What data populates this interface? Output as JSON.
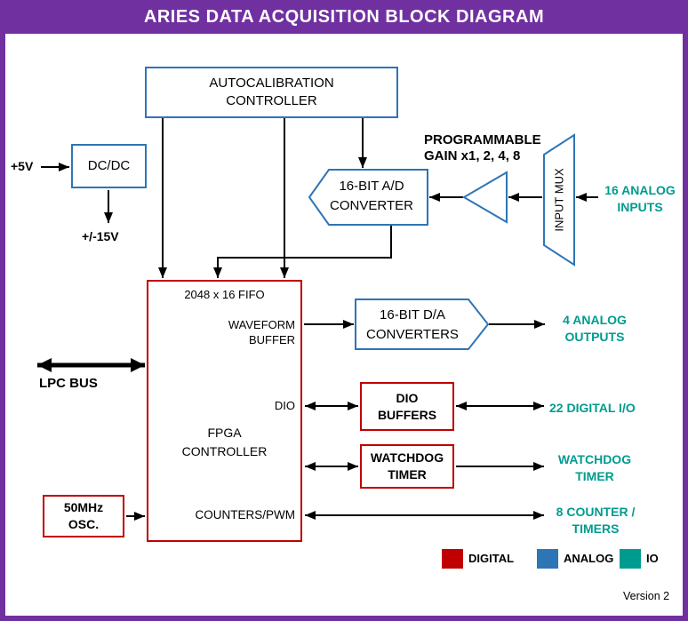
{
  "title": "ARIES DATA ACQUISITION BLOCK DIAGRAM",
  "colors": {
    "frame_purple": "#7030A0",
    "analog_blue": "#2E75B6",
    "digital_red": "#C00000",
    "io_teal": "#009B8F",
    "wire_black": "#000000"
  },
  "blocks": {
    "autocal": {
      "line1": "AUTOCALIBRATION",
      "line2": "CONTROLLER"
    },
    "dcdc": {
      "label": "DC/DC"
    },
    "adc": {
      "line1": "16-BIT A/D",
      "line2": "CONVERTER"
    },
    "gain": {
      "line1": "PROGRAMMABLE",
      "line2": "GAIN x1, 2, 4, 8"
    },
    "input_mux": {
      "label": "INPUT MUX"
    },
    "dac": {
      "line1": "16-BIT D/A",
      "line2": "CONVERTERS"
    },
    "dio_buffers": {
      "line1": "DIO",
      "line2": "BUFFERS"
    },
    "watchdog": {
      "line1": "WATCHDOG",
      "line2": "TIMER"
    },
    "osc": {
      "line1": "50MHz",
      "line2": "OSC."
    },
    "fpga": {
      "fifo": "2048 x 16 FIFO",
      "waveform_line1": "WAVEFORM",
      "waveform_line2": "BUFFER",
      "dio": "DIO",
      "name_line1": "FPGA",
      "name_line2": "CONTROLLER",
      "counters": "COUNTERS/PWM"
    }
  },
  "labels": {
    "plus_5v": "+5V",
    "plus_minus_15v": "+/-15V",
    "lpc_bus": "LPC BUS",
    "analog_inputs_line1": "16 ANALOG",
    "analog_inputs_line2": "INPUTS",
    "analog_outputs_line1": "4 ANALOG",
    "analog_outputs_line2": "OUTPUTS",
    "digital_io": "22 DIGITAL I/O",
    "watchdog_out_line1": "WATCHDOG",
    "watchdog_out_line2": "TIMER",
    "counters_out_line1": "8 COUNTER /",
    "counters_out_line2": "TIMERS",
    "version": "Version 2"
  },
  "legend": [
    {
      "label": "DIGITAL",
      "color": "#C00000"
    },
    {
      "label": "ANALOG",
      "color": "#2E75B6"
    },
    {
      "label": "IO",
      "color": "#009B8F"
    }
  ]
}
